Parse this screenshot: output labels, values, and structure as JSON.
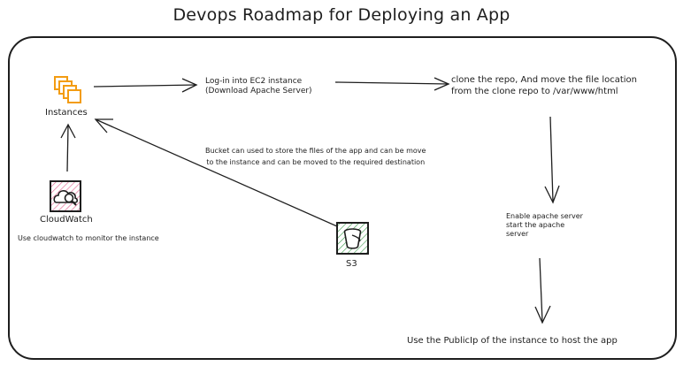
{
  "title": "Devops Roadmap for Deploying an App",
  "nodes": {
    "instances": "Instances",
    "cloudwatch": "CloudWatch",
    "s3": "S3"
  },
  "notes": {
    "cloudwatch": "Use cloudwatch to monitor the instance",
    "login_line1": "Log-in into EC2 instance",
    "login_line2": "(Download Apache Server)",
    "clone_line1": "clone the repo, And move the file location",
    "clone_line2": "from the clone repo to /var/www/html",
    "bucket_line1": "Bucket can used to store the files of the app and can be move",
    "bucket_line2": "to the instance and can be moved to the required destination",
    "apache_line1": "Enable apache server",
    "apache_line2": "start the apache",
    "apache_line3": "server",
    "publicip": "Use the PublicIp of the instance to host the app"
  },
  "colors": {
    "stroke": "#1e1e1e",
    "ec2_orange": "#f39c12",
    "cloudwatch_pink": "#e05a8b",
    "s3_green": "#3a9b4a"
  },
  "icons": {
    "instances": "ec2-instances-icon",
    "cloudwatch": "cloudwatch-icon",
    "s3": "s3-bucket-icon"
  }
}
